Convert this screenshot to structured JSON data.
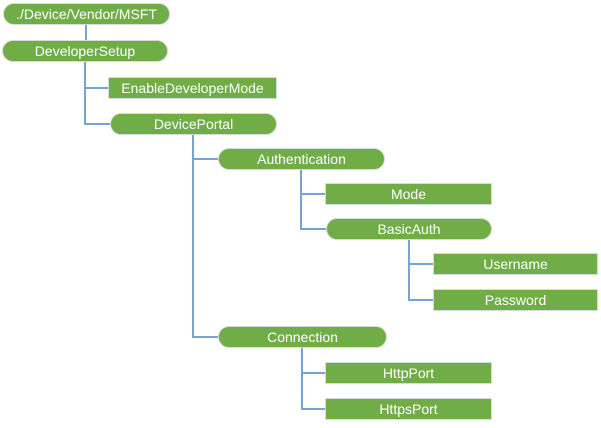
{
  "colors": {
    "node_fill": "#70AD47",
    "node_text": "#FFFFFF",
    "node_border": "#D9D9D9",
    "connector": "#74A3D8",
    "background": "#FFFFFF"
  },
  "nodes": [
    {
      "label": "./Device/Vendor/MSFT",
      "shape": "pill",
      "parent": null
    },
    {
      "label": "DeveloperSetup",
      "shape": "pill",
      "parent": "./Device/Vendor/MSFT"
    },
    {
      "label": "EnableDeveloperMode",
      "shape": "rect",
      "parent": "DeveloperSetup"
    },
    {
      "label": "DevicePortal",
      "shape": "pill",
      "parent": "DeveloperSetup"
    },
    {
      "label": "Authentication",
      "shape": "pill",
      "parent": "DevicePortal"
    },
    {
      "label": "Mode",
      "shape": "rect",
      "parent": "Authentication"
    },
    {
      "label": "BasicAuth",
      "shape": "pill",
      "parent": "Authentication"
    },
    {
      "label": "Username",
      "shape": "rect",
      "parent": "BasicAuth"
    },
    {
      "label": "Password",
      "shape": "rect",
      "parent": "BasicAuth"
    },
    {
      "label": "Connection",
      "shape": "pill",
      "parent": "DevicePortal"
    },
    {
      "label": "HttpPort",
      "shape": "rect",
      "parent": "Connection"
    },
    {
      "label": "HttpsPort",
      "shape": "rect",
      "parent": "Connection"
    }
  ]
}
